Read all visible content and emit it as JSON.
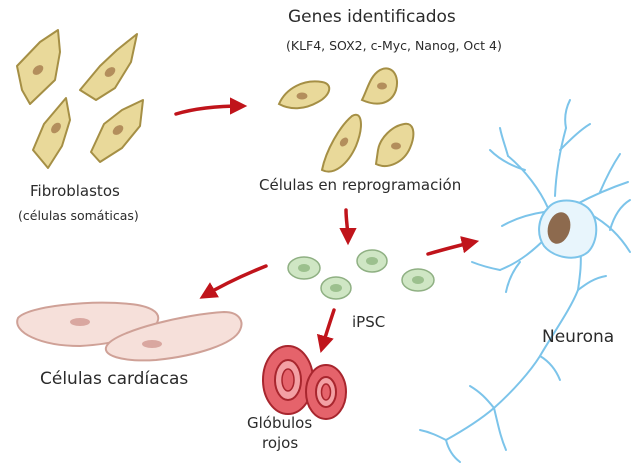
{
  "labels": {
    "genes_title": "Genes identificados",
    "genes_list": "(KLF4, SOX2, c-Myc, Nanog, Oct 4)",
    "fibroblasts": "Fibroblastos",
    "fibroblasts_sub": "(células somáticas)",
    "reprogramming": "Células en reprogramación",
    "ipsc": "iPSC",
    "neuron": "Neurona",
    "cardiac": "Células cardíacas",
    "rbc_line1": "Glóbulos",
    "rbc_line2": "rojos"
  },
  "colors": {
    "arrow": "#c0141b",
    "fibroblast_fill": "#e9d99a",
    "fibroblast_stroke": "#a58f45",
    "nucleus_tan": "#b38e5c",
    "ipsc_fill": "#cfe6c4",
    "ipsc_stroke": "#8fb083",
    "ipsc_nucleus": "#9cc08e",
    "neuron_stroke": "#7cc4ea",
    "neuron_fill": "#e8f5fc",
    "neuron_nucleus": "#8d6a4e",
    "cardiac_fill": "#f6e0da",
    "cardiac_stroke": "#cfa197",
    "cardiac_nucleus": "#d9a7a0",
    "rbc_fill": "#e5636b",
    "rbc_stroke": "#a8262e",
    "rbc_inner": "#f3a0a4"
  }
}
